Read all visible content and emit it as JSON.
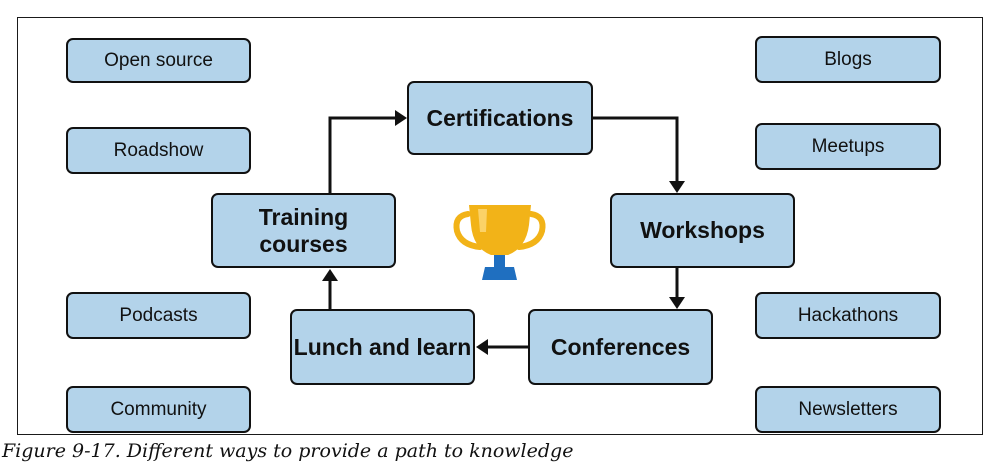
{
  "header_fragment": {
    "text_black": "",
    "text_red": ""
  },
  "side_items": {
    "left": [
      "Open source",
      "Roadshow",
      "Podcasts",
      "Community"
    ],
    "right": [
      "Blogs",
      "Meetups",
      "Hackathons",
      "Newsletters"
    ]
  },
  "cycle": {
    "certifications": "Certifications",
    "workshops": "Workshops",
    "conferences": "Conferences",
    "lunch_and_learn": "Lunch and learn",
    "training_courses": "Training courses"
  },
  "center_icon": "trophy-icon",
  "colors": {
    "node_fill": "#b3d3ea",
    "trophy_gold": "#f2b318",
    "trophy_blue": "#1f6fc0",
    "caption_red": "#d0181f"
  },
  "caption": "Figure 9-17. Different ways to provide a path to knowledge"
}
